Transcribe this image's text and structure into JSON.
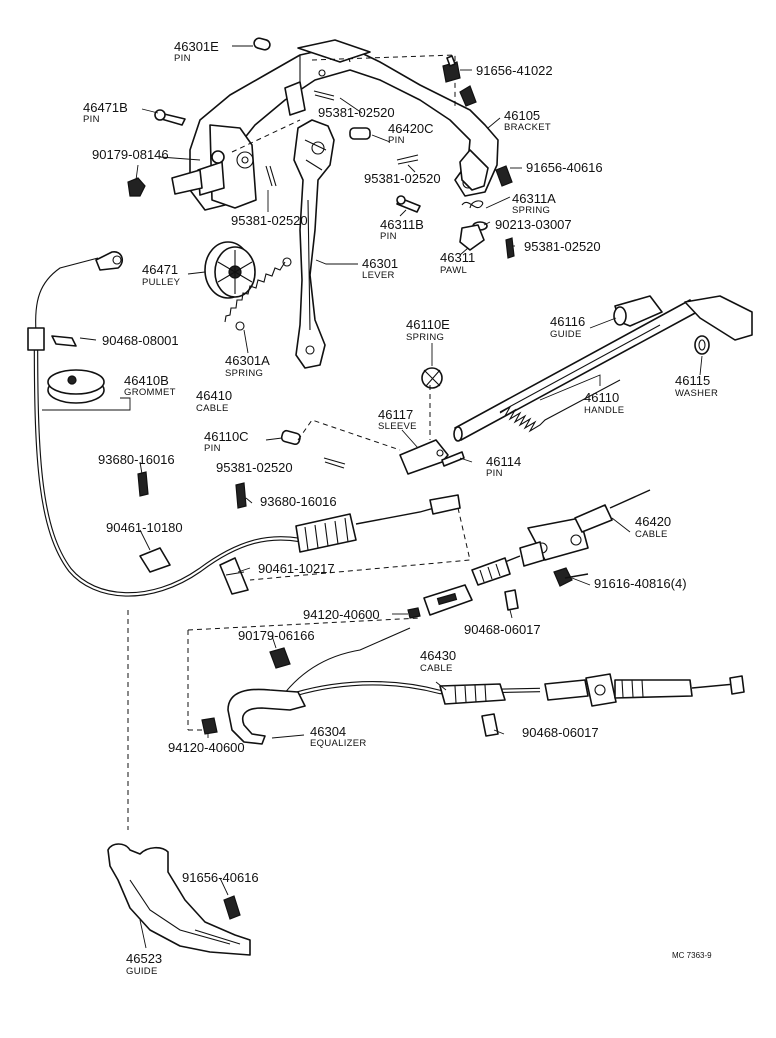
{
  "labels": {
    "p46301E": {
      "number": "46301E",
      "name": "PIN"
    },
    "p91656_41022": {
      "number": "91656-41022"
    },
    "p46471B": {
      "number": "46471B",
      "name": "PIN"
    },
    "p95381_02520_a": {
      "number": "95381-02520"
    },
    "p46105": {
      "number": "46105",
      "name": "BRACKET"
    },
    "p46420C": {
      "number": "46420C",
      "name": "PIN"
    },
    "p90179_08146": {
      "number": "90179-08146"
    },
    "p91656_40616_a": {
      "number": "91656-40616"
    },
    "p95381_02520_b": {
      "number": "95381-02520"
    },
    "p46311A": {
      "number": "46311A",
      "name": "SPRING"
    },
    "p95381_02520_c": {
      "number": "95381-02520"
    },
    "p46311B": {
      "number": "46311B",
      "name": "PIN"
    },
    "p90213_03007": {
      "number": "90213-03007"
    },
    "p95381_02520_d": {
      "number": "95381-02520"
    },
    "p46471": {
      "number": "46471",
      "name": "PULLEY"
    },
    "p46301": {
      "number": "46301",
      "name": "LEVER"
    },
    "p46311": {
      "number": "46311",
      "name": "PAWL"
    },
    "p46116": {
      "number": "46116",
      "name": "GUIDE"
    },
    "p90468_08001": {
      "number": "90468-08001"
    },
    "p46110E": {
      "number": "46110E",
      "name": "SPRING"
    },
    "p46115": {
      "number": "46115",
      "name": "WASHER"
    },
    "p46301A": {
      "number": "46301A",
      "name": "SPRING"
    },
    "p46410B": {
      "number": "46410B",
      "name": "GROMMET"
    },
    "p46410": {
      "number": "46410",
      "name": "CABLE"
    },
    "p46110": {
      "number": "46110",
      "name": "HANDLE"
    },
    "p46117": {
      "number": "46117",
      "name": "SLEEVE"
    },
    "p46110C": {
      "number": "46110C",
      "name": "PIN"
    },
    "p46114": {
      "number": "46114",
      "name": "PIN"
    },
    "p95381_02520_e": {
      "number": "95381-02520"
    },
    "p93680_16016_a": {
      "number": "93680-16016"
    },
    "p93680_16016_b": {
      "number": "93680-16016"
    },
    "p90461_10180": {
      "number": "90461-10180"
    },
    "p46420": {
      "number": "46420",
      "name": "CABLE"
    },
    "p90461_10217": {
      "number": "90461-10217"
    },
    "p91616_40816": {
      "number": "91616-40816(4)"
    },
    "p94120_40600_a": {
      "number": "94120-40600"
    },
    "p90468_06017_a": {
      "number": "90468-06017"
    },
    "p90179_06166": {
      "number": "90179-06166"
    },
    "p46430": {
      "number": "46430",
      "name": "CABLE"
    },
    "p46304": {
      "number": "46304",
      "name": "EQUALIZER"
    },
    "p94120_40600_b": {
      "number": "94120-40600"
    },
    "p90468_06017_b": {
      "number": "90468-06017"
    },
    "p91656_40616_b": {
      "number": "91656-40616"
    },
    "p46523": {
      "number": "46523",
      "name": "GUIDE"
    }
  },
  "diagram_code": "MC 7363-9"
}
